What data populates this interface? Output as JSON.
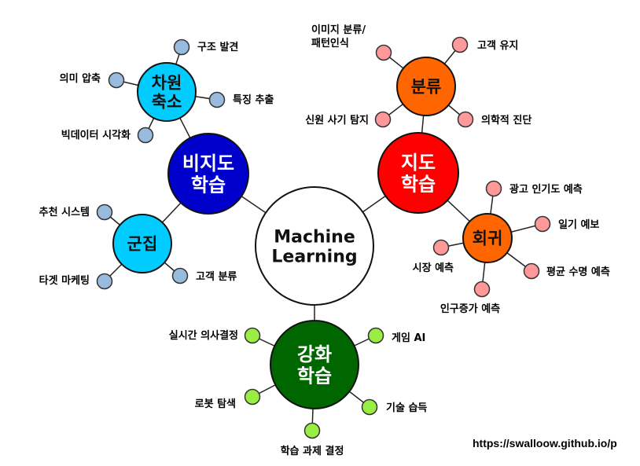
{
  "center": {
    "lines": [
      "Machine",
      "Learning"
    ]
  },
  "supervised": {
    "lines": [
      "지도",
      "학습"
    ],
    "color": "#ff0000"
  },
  "unsupervised": {
    "lines": [
      "비지도",
      "학습"
    ],
    "color": "#0000cc"
  },
  "reinforcement": {
    "lines": [
      "강화",
      "학습"
    ],
    "color": "#006600"
  },
  "classification": {
    "lines": [
      "분류"
    ],
    "color": "#ff6600",
    "leaf_color": "#ff9999",
    "leaves": [
      [
        "이미지 분류/",
        "패턴인식"
      ],
      [
        "고객 유지"
      ],
      [
        "신원 사기 탐지"
      ],
      [
        "의학적 진단"
      ]
    ]
  },
  "regression": {
    "lines": [
      "회귀"
    ],
    "color": "#ff6600",
    "leaf_color": "#ff9999",
    "leaves": [
      [
        "광고 인기도 예측"
      ],
      [
        "일기 예보"
      ],
      [
        "시장 예측"
      ],
      [
        "평균 수명 예측"
      ],
      [
        "인구증가 예측"
      ]
    ]
  },
  "dim_reduction": {
    "lines": [
      "차원",
      "축소"
    ],
    "color": "#00ccff",
    "leaf_color": "#99bbdd",
    "leaves": [
      [
        "구조 발견"
      ],
      [
        "의미 압축"
      ],
      [
        "특징 추출"
      ],
      [
        "빅데이터 시각화"
      ]
    ]
  },
  "clustering": {
    "lines": [
      "군집"
    ],
    "color": "#00ccff",
    "leaf_color": "#99bbdd",
    "leaves": [
      [
        "추천 시스템"
      ],
      [
        "타겟 마케팅"
      ],
      [
        "고객 분류"
      ]
    ]
  },
  "rl_leaves": {
    "leaf_color": "#99ee44",
    "leaves": [
      [
        "실시간 의사결정"
      ],
      [
        "게임 AI"
      ],
      [
        "로봇 탐색"
      ],
      [
        "기술 습득"
      ],
      [
        "학습 과제 결정"
      ]
    ]
  },
  "source_url": "https://swalloow.github.io/p"
}
